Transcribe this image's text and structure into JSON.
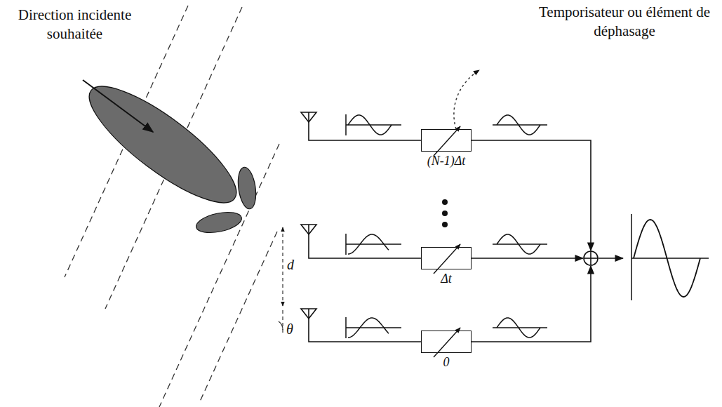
{
  "diagram": {
    "nodes": [
      {
        "text": [
          "(N-1)Δt"
        ]
      },
      {
        "text": [
          "Δt"
        ]
      },
      {
        "text": [
          "0"
        ]
      }
    ],
    "labels": [
      "Direction incidente souhaitée",
      "Temporisateur ou élément de déphasage",
      "d",
      "θ"
    ]
  }
}
